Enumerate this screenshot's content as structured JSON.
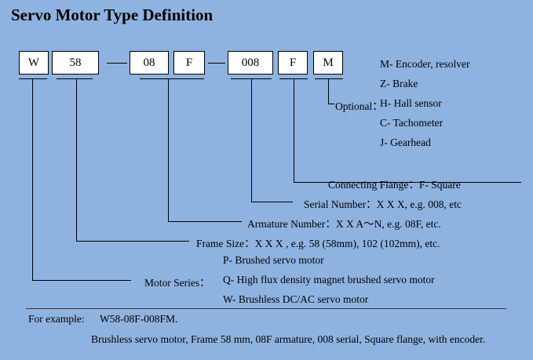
{
  "title": "Servo Motor Type Definition",
  "code_boxes": [
    "W",
    "58",
    "08",
    "F",
    "008",
    "F",
    "M"
  ],
  "optional": {
    "label": "Optional：",
    "options": [
      "M- Encoder, resolver",
      "Z- Brake",
      "H- Hall sensor",
      "C- Tachometer",
      "J- Gearhead"
    ]
  },
  "connecting_flange": "Connecting Flange：F- Square",
  "serial_number": "Serial Number：X X X,    e.g. 008, etc",
  "armature_number": "Armature Number：X X A～N,   e.g. 08F, etc.",
  "frame_size": "Frame Size：X X X ,    e.g.   58 (58mm), 102 (102mm), etc.",
  "motor_series": {
    "label": "Motor Series：",
    "options": [
      "P- Brushed servo motor",
      "Q- High flux density magnet brushed servo motor",
      "W- Brushless DC/AC servo motor"
    ]
  },
  "example": {
    "label": "For example:",
    "code": "W58-08F-008FM.",
    "description": "Brushless servo motor, Frame 58 mm, 08F armature, 008 serial, Square flange, with encoder."
  }
}
